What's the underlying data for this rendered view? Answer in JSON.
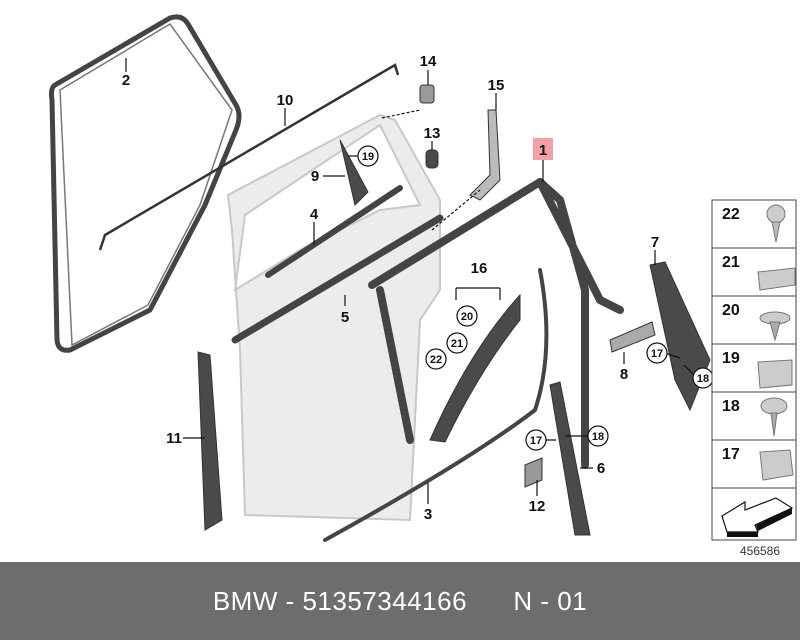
{
  "diagram": {
    "callouts": {
      "c1": "1",
      "c2": "2",
      "c3": "3",
      "c4": "4",
      "c5": "5",
      "c6": "6",
      "c7": "7",
      "c8": "8",
      "c9": "9",
      "c10": "10",
      "c11": "11",
      "c12": "12",
      "c13": "13",
      "c14": "14",
      "c15": "15",
      "c16": "16"
    },
    "circled": {
      "r19a": "19",
      "r20": "20",
      "r21": "21",
      "r22": "22",
      "r17a": "17",
      "r18a": "18",
      "r17b": "17",
      "r18b": "18"
    },
    "highlight_color": "#f4a0a8",
    "figure_number": "456586"
  },
  "parts_panel": {
    "items": [
      "22",
      "21",
      "20",
      "19",
      "18",
      "17"
    ]
  },
  "footer": {
    "brand": "BMW",
    "part_number": "51357344166",
    "code": "N - 01"
  }
}
